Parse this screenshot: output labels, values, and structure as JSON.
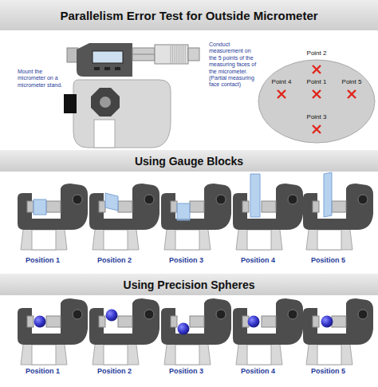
{
  "diagram": {
    "title": "Parallelism Error Test for Outside Micrometer",
    "nodes": [
      {
        "text": [
          "Point 2",
          "Point 4",
          "Point 1",
          "Point 5",
          "Point 3"
        ]
      },
      {
        "text": [
          "Using Gauge Blocks"
        ]
      },
      {
        "text": [
          "Using Precision Spheres"
        ]
      }
    ],
    "labels": [
      "Mount the micrometer on a micrometer stand.",
      "Conduct measurement on the 5 points of the measuring faces of the micrometer. (Partial measuring face contact)",
      "Position 1",
      "Position 2",
      "Position 3",
      "Position 4",
      "Position 5",
      "Position 1",
      "Position 2",
      "Position 3",
      "Position 4",
      "Position 5"
    ]
  }
}
